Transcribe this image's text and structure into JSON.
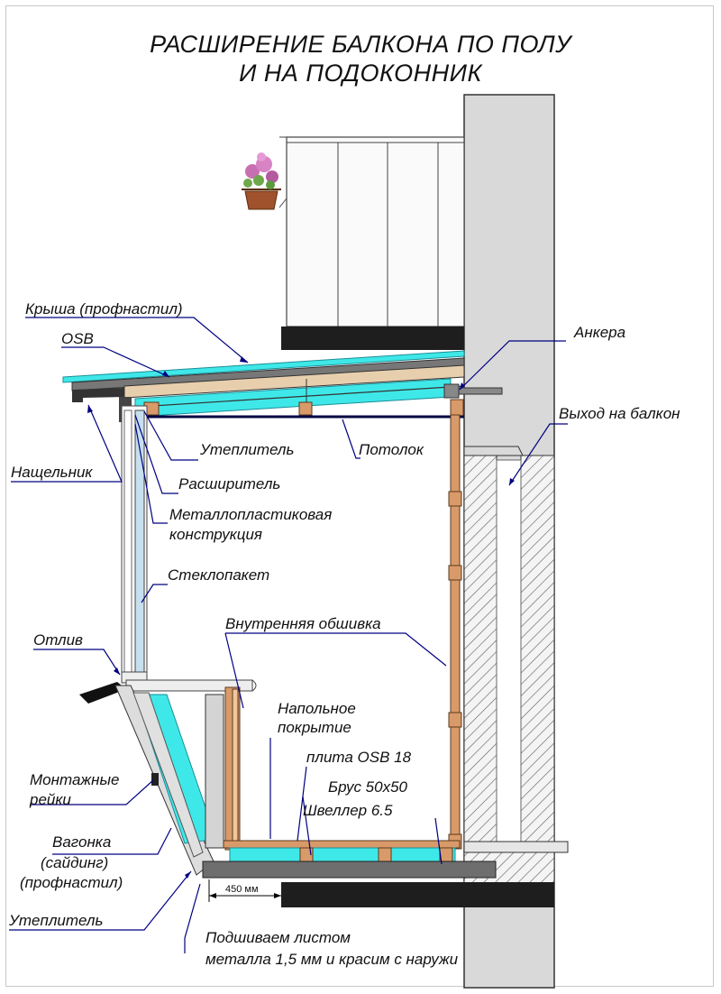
{
  "title": {
    "line1": "РАСШИРЕНИЕ БАЛКОНА ПО ПОЛУ",
    "line2": "И НА ПОДОКОННИК"
  },
  "labels": {
    "roof": "Крыша (профнастил)",
    "osb": "OSB",
    "anchors": "Анкера",
    "balcony_exit": "Выход на балкон",
    "insulation_top": "Утеплитель",
    "ceiling": "Потолок",
    "flashing": "Нащельник",
    "extender": "Расширитель",
    "pvc_frame_1": "Металлопластиковая",
    "pvc_frame_2": "конструкция",
    "glass_unit": "Стеклопакет",
    "inner_lining": "Внутренняя обшивка",
    "drip": "Отлив",
    "floor_cover_1": "Напольное",
    "floor_cover_2": "покрытие",
    "osb_plate": "плита OSB 18",
    "beam": "Брус 50х50",
    "channel": "Швеллер 6.5",
    "mount_rails_1": "Монтажные",
    "mount_rails_2": "рейки",
    "cladding_1": "Вагонка",
    "cladding_2": "(сайдинг)",
    "cladding_3": "(профнастил)",
    "insulation_bottom": "Утеплитель",
    "dimension": "450 мм",
    "sheet_1": "Подшиваем листом",
    "sheet_2": "металла 1,5 мм и красим с наружи"
  },
  "colors": {
    "insulation": "#3fe8e8",
    "wood": "#d99a6a",
    "slab": "#1e1e1e",
    "wall": "#d8d8d8",
    "leader": "#000080"
  }
}
